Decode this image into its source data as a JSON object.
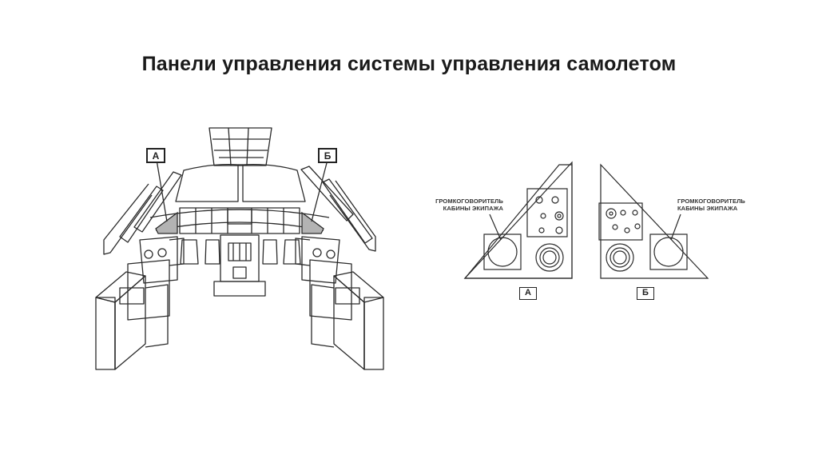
{
  "title": "Панели управления системы управления самолетом",
  "cockpit": {
    "callout_left": "А",
    "callout_right": "Б"
  },
  "panel_a": {
    "label_box": "А",
    "speaker_label_line1": "ГРОМКОГОВОРИТЕЛЬ",
    "speaker_label_line2": "КАБИНЫ ЭКИПАЖА"
  },
  "panel_b": {
    "label_box": "Б",
    "speaker_label_line1": "ГРОМКОГОВОРИТЕЛЬ",
    "speaker_label_line2": "КАБИНЫ ЭКИПАЖА"
  },
  "colors": {
    "line": "#2a2a2a",
    "highlight_fill": "#b3b3b3",
    "background": "#ffffff"
  }
}
